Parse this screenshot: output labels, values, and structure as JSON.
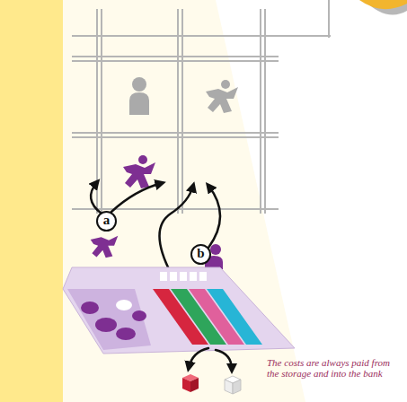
{
  "diagram": {
    "nodes": [
      {
        "text": [
          "a"
        ]
      },
      {
        "text": [
          "b"
        ]
      }
    ],
    "labels": [
      "The costs are always paid from the storage and into the bank"
    ]
  }
}
